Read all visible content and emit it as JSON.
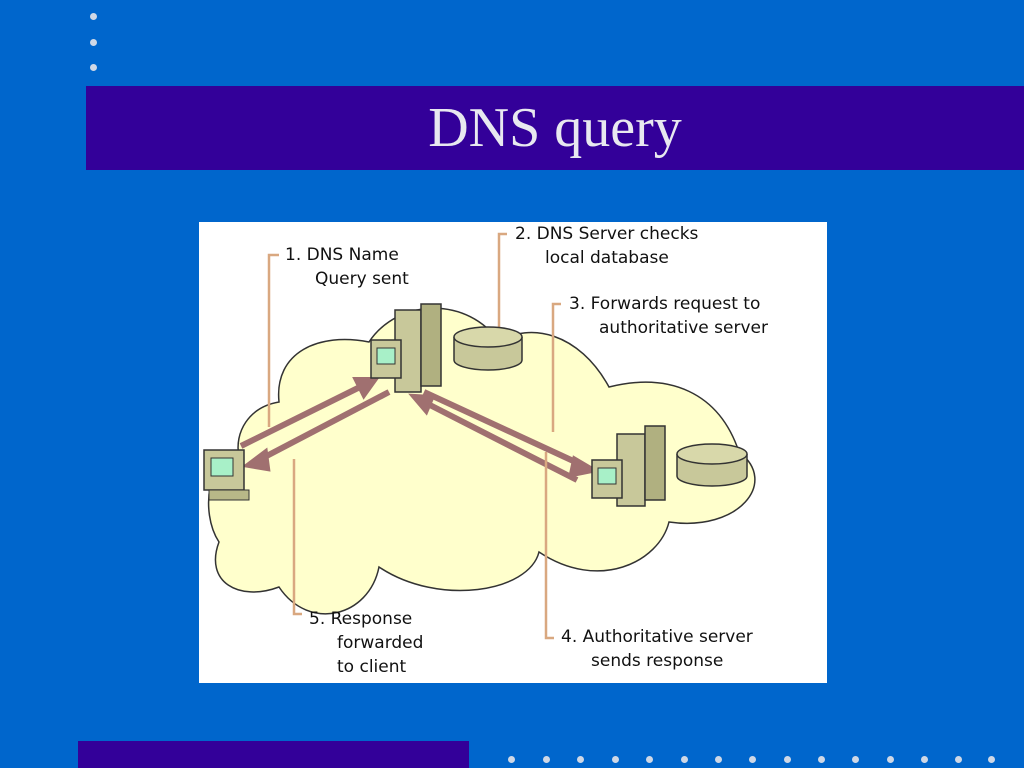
{
  "slide": {
    "title": "DNS query"
  },
  "diagram": {
    "steps": [
      {
        "id": 1,
        "line1": "1. DNS Name",
        "line2": "Query sent"
      },
      {
        "id": 2,
        "line1": "2. DNS Server checks",
        "line2": "local database"
      },
      {
        "id": 3,
        "line1": "3. Forwards request to",
        "line2": "authoritative server"
      },
      {
        "id": 4,
        "line1": "4. Authoritative server",
        "line2": "sends response"
      },
      {
        "id": 5,
        "line1": "5. Response",
        "line2": "forwarded",
        "line3": "to client"
      }
    ],
    "colors": {
      "background": "#0066cc",
      "title_band": "#330099",
      "cloud_fill": "#ffffcc",
      "arrow": "#a07070",
      "callout_line": "#d9a880",
      "machine": "#c8c89a"
    }
  }
}
